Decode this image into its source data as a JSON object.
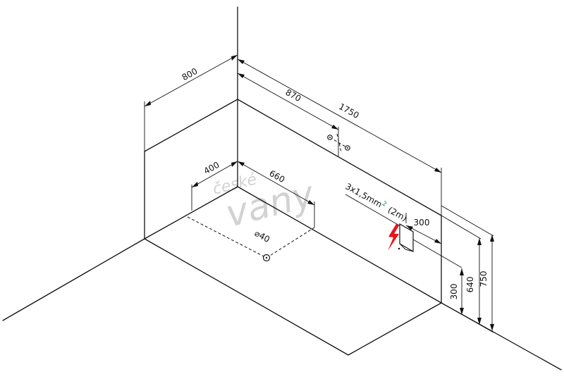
{
  "diagram": {
    "watermark": {
      "line1": "české",
      "line2": "vany"
    },
    "dimensions": {
      "depth": "800",
      "pipe_distance": "870",
      "length": "1750",
      "drain_x": "400",
      "drain_y": "660",
      "cable_offset": "300",
      "socket_height": "300",
      "pipe_height": "640",
      "tub_height": "750"
    },
    "drain_label": "⌀40",
    "cable_spec": {
      "main": "3x1,5mm",
      "superscript": "2",
      "length": "(2m)"
    },
    "colors": {
      "line": "#111111",
      "electric": "#e8141b",
      "accent": "#1a9a4a",
      "watermark": "#d2d2d2"
    },
    "icons": [
      "lightning-icon",
      "socket-icon",
      "drain-icon",
      "pipe-connector-icon"
    ]
  }
}
